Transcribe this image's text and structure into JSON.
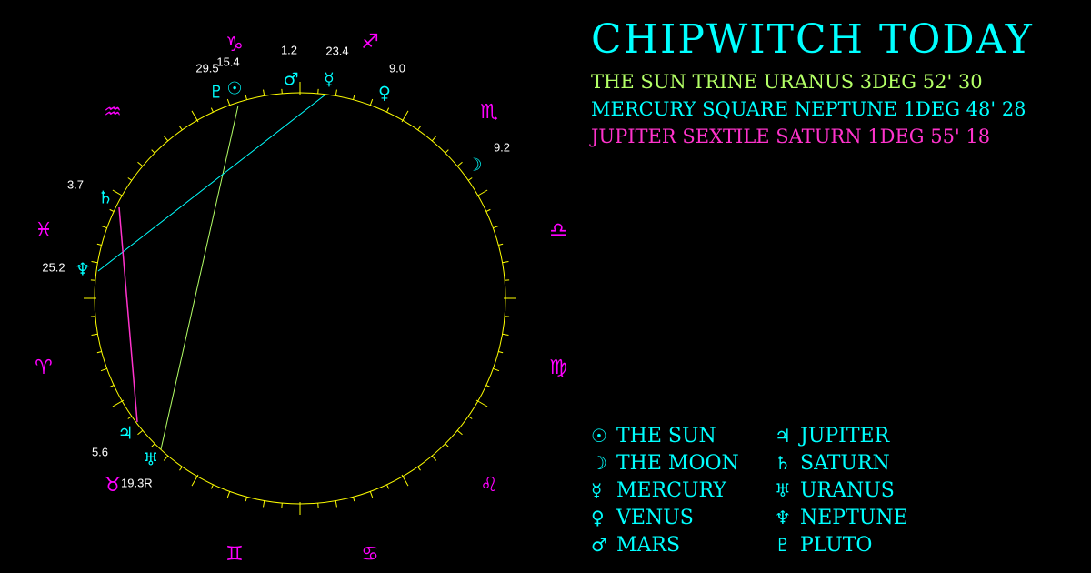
{
  "title": "CHIPWITCH TODAY",
  "aspects": [
    {
      "text": "THE SUN TRINE URANUS 3DEG 52' 30",
      "color": "#b3ff66"
    },
    {
      "text": "MERCURY SQUARE NEPTUNE 1DEG 48' 28",
      "color": "#00ffff"
    },
    {
      "text": "JUPITER SEXTILE SATURN 1DEG 55' 18",
      "color": "#ff33cc"
    }
  ],
  "legend": [
    {
      "glyph": "☉",
      "label": "THE SUN",
      "icon": "sun-icon"
    },
    {
      "glyph": "☽",
      "label": "THE MOON",
      "icon": "moon-icon"
    },
    {
      "glyph": "☿",
      "label": "MERCURY",
      "icon": "mercury-icon"
    },
    {
      "glyph": "♀",
      "label": "VENUS",
      "icon": "venus-icon"
    },
    {
      "glyph": "♂",
      "label": "MARS",
      "icon": "mars-icon"
    },
    {
      "glyph": "♃",
      "label": "JUPITER",
      "icon": "jupiter-icon"
    },
    {
      "glyph": "♄",
      "label": "SATURN",
      "icon": "saturn-icon"
    },
    {
      "glyph": "♅",
      "label": "URANUS",
      "icon": "uranus-icon"
    },
    {
      "glyph": "♆",
      "label": "NEPTUNE",
      "icon": "neptune-icon"
    },
    {
      "glyph": "♇",
      "label": "PLUTO",
      "icon": "pluto-icon"
    }
  ],
  "zodiac": [
    {
      "glyph": "♑",
      "icon": "capricorn-icon"
    },
    {
      "glyph": "♐",
      "icon": "sagittarius-icon"
    },
    {
      "glyph": "♏",
      "icon": "scorpio-icon"
    },
    {
      "glyph": "♎",
      "icon": "libra-icon"
    },
    {
      "glyph": "♍",
      "icon": "virgo-icon"
    },
    {
      "glyph": "♌",
      "icon": "leo-icon"
    },
    {
      "glyph": "♋",
      "icon": "cancer-icon"
    },
    {
      "glyph": "♊",
      "icon": "gemini-icon"
    },
    {
      "glyph": "♉",
      "icon": "taurus-icon"
    },
    {
      "glyph": "♈",
      "icon": "aries-icon"
    },
    {
      "glyph": "♓",
      "icon": "pisces-icon"
    },
    {
      "glyph": "♒",
      "icon": "aquarius-icon"
    }
  ],
  "planets": [
    {
      "glyph": "♇",
      "degree": "29.5",
      "icon": "pluto-icon",
      "color": "#00ffff"
    },
    {
      "glyph": "☉",
      "degree": "15.4",
      "icon": "sun-icon",
      "color": "#00ffff"
    },
    {
      "glyph": "♂",
      "degree": "1.2",
      "icon": "mars-icon",
      "color": "#00ffff"
    },
    {
      "glyph": "☿",
      "degree": "23.4",
      "icon": "mercury-icon",
      "color": "#00ffff"
    },
    {
      "glyph": "♀",
      "degree": "9.0",
      "icon": "venus-icon",
      "color": "#00ffff"
    },
    {
      "glyph": "☽",
      "degree": "9.2",
      "icon": "moon-icon",
      "color": "#00ffff"
    },
    {
      "glyph": "♄",
      "degree": "3.7",
      "icon": "saturn-icon",
      "color": "#00ffff"
    },
    {
      "glyph": "♆",
      "degree": "25.2",
      "icon": "neptune-icon",
      "color": "#00ffff"
    },
    {
      "glyph": "♃",
      "degree": "5.6",
      "icon": "jupiter-icon",
      "color": "#00ffff"
    },
    {
      "glyph": "♅",
      "degree": "19.3R",
      "icon": "uranus-icon",
      "color": "#00ffff"
    }
  ],
  "colors": {
    "background": "#000000",
    "circle": "#ffff00",
    "zodiac": "#ff00ff",
    "planet": "#00ffff",
    "degree_text": "#ffffff",
    "trine": "#b3ff66",
    "square": "#00ffff",
    "sextile": "#ff33cc"
  }
}
